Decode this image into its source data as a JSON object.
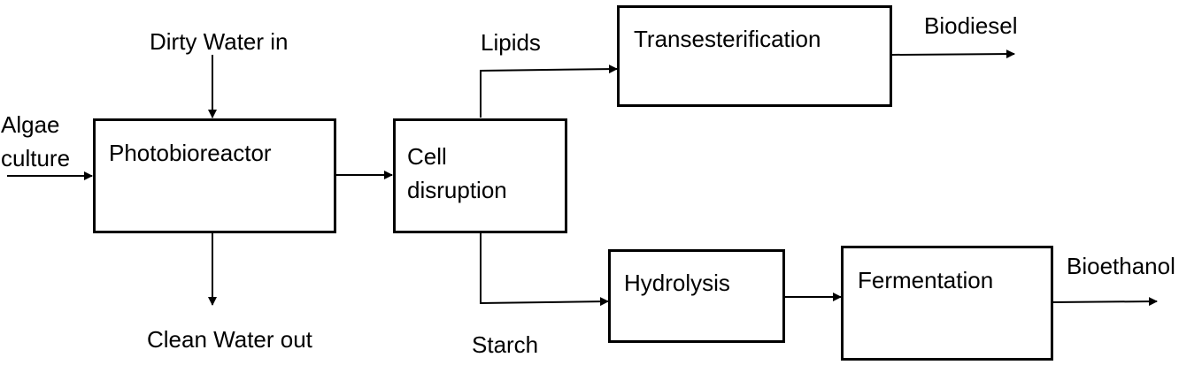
{
  "labels": {
    "algae_culture": "Algae\nculture",
    "dirty_water_in": "Dirty Water in",
    "clean_water_out": "Clean Water out",
    "lipids": "Lipids",
    "starch": "Starch",
    "biodiesel": "Biodiesel",
    "bioethanol": "Bioethanol"
  },
  "boxes": {
    "photobioreactor": "Photobioreactor",
    "cell_disruption": "Cell\ndisruption",
    "transesterification": "Transesterification",
    "hydrolysis": "Hydrolysis",
    "fermentation": "Fermentation"
  }
}
